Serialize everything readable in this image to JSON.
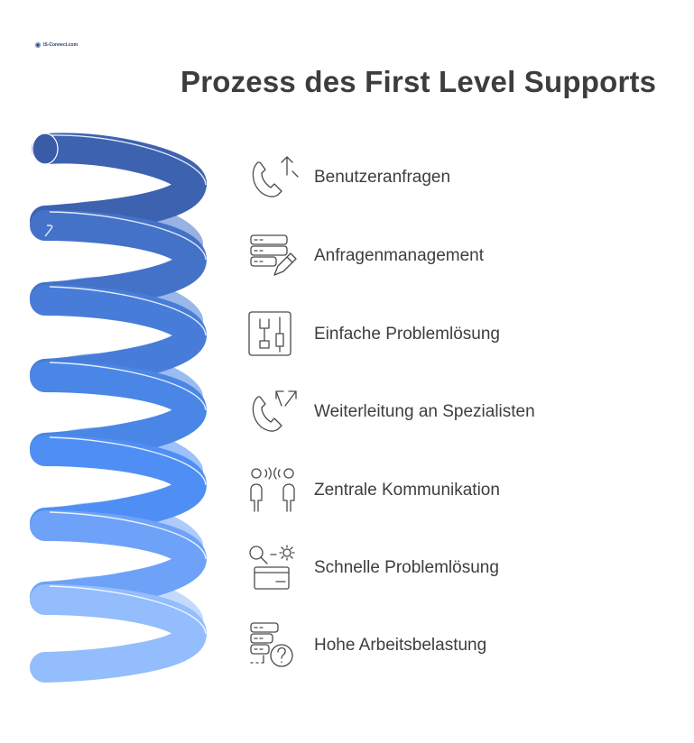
{
  "logo": {
    "text": "IS-Connect.com"
  },
  "title": "Prozess des First Level Supports",
  "steps": [
    {
      "label": "Benutzeranfragen",
      "icon": "phone-incoming-icon",
      "color": "#3d62b0"
    },
    {
      "label": "Anfragenmanagement",
      "icon": "server-edit-icon",
      "color": "#4472c8"
    },
    {
      "label": "Einfache Problemlösung",
      "icon": "tools-icon",
      "color": "#477dd8"
    },
    {
      "label": "Weiterleitung an Spezialisten",
      "icon": "phone-forward-icon",
      "color": "#4a86e6"
    },
    {
      "label": "Zentrale Kommunikation",
      "icon": "people-talking-icon",
      "color": "#4f8ff5"
    },
    {
      "label": "Schnelle Problemlösung",
      "icon": "search-gear-icon",
      "color": "#6ea2f8"
    },
    {
      "label": "Hohe Arbeitsbelastung",
      "icon": "server-question-icon",
      "color": "#93bdfc"
    }
  ]
}
